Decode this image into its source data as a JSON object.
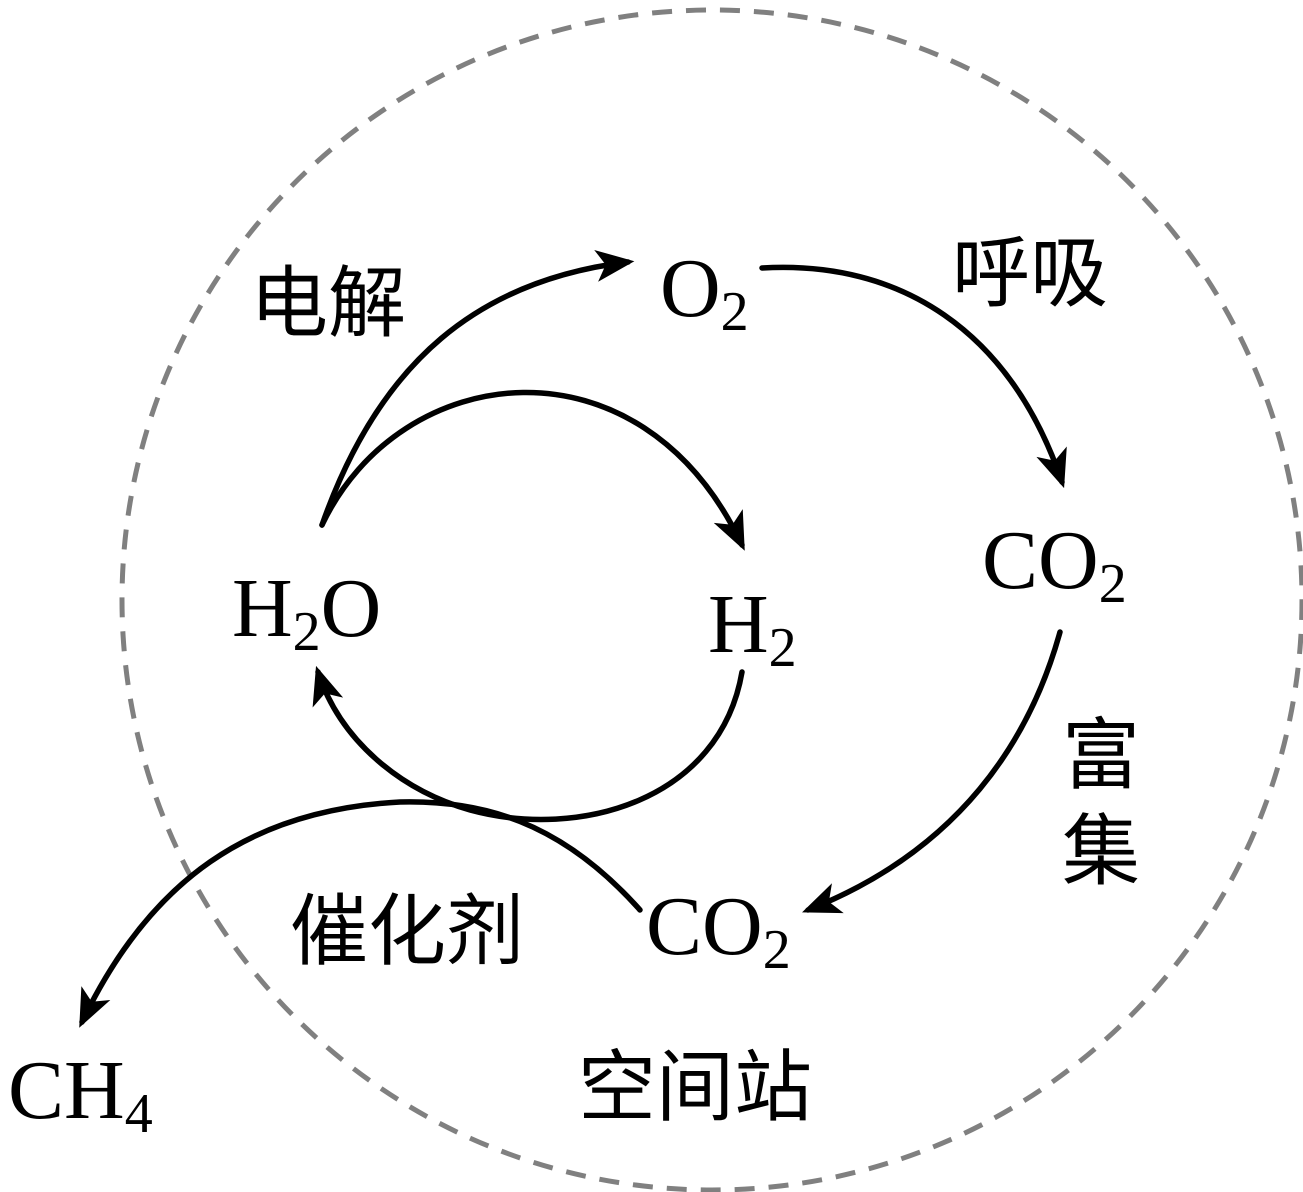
{
  "title": "Space station oxygen / water cycle",
  "boundary_label": "空间站",
  "species": {
    "h2o": {
      "base": "H",
      "sub": "2",
      "tail": "O"
    },
    "o2": {
      "base": "O",
      "sub": "2"
    },
    "h2": {
      "base": "H",
      "sub": "2"
    },
    "co2_top": {
      "base": "CO",
      "sub": "2"
    },
    "co2_bottom": {
      "base": "CO",
      "sub": "2"
    },
    "ch4": {
      "base": "CH",
      "sub": "4"
    }
  },
  "process_labels": {
    "electrolysis": "电解",
    "respiration": "呼吸",
    "enrichment_1": "富",
    "enrichment_2": "集",
    "catalyst": "催化剂"
  },
  "edges": [
    {
      "from": "H2O",
      "to": "O2",
      "label": "电解"
    },
    {
      "from": "H2O",
      "to": "H2",
      "label": "电解"
    },
    {
      "from": "O2",
      "to": "CO2",
      "label": "呼吸"
    },
    {
      "from": "CO2",
      "to": "CO2",
      "label": "富集"
    },
    {
      "from": "H2+CO2",
      "to": "H2O",
      "label": "催化剂"
    },
    {
      "from": "H2+CO2",
      "to": "CH4",
      "label": "催化剂"
    }
  ],
  "colors": {
    "line": "#000000",
    "boundary": "#808080"
  }
}
